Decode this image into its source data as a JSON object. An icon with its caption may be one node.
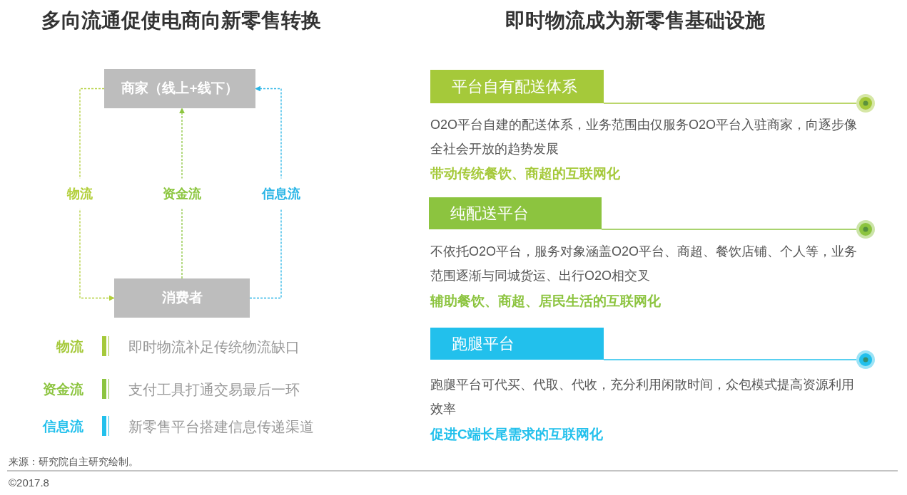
{
  "diagram": {
    "nodes": [
      {
        "text": [
          "商家（线上+线下）"
        ]
      },
      {
        "text": [
          "消费者"
        ]
      },
      {
        "text": [
          "平台自有配送体系"
        ]
      },
      {
        "text": [
          "纯配送平台"
        ]
      },
      {
        "text": [
          "跑腿平台"
        ]
      }
    ],
    "edges": [
      {
        "from": 0,
        "to": 1,
        "arrow": "to",
        "label": "物流",
        "style": "dashed",
        "color": "#b2cf3a"
      },
      {
        "from": 1,
        "to": 0,
        "arrow": "to",
        "label": "资金流",
        "style": "dashed",
        "color": "#8cc63f"
      },
      {
        "from": 1,
        "to": 0,
        "arrow": "to",
        "label": "信息流",
        "style": "dashed",
        "color": "#2ab5e6"
      }
    ],
    "labels": [
      "多向流通促使电商向新零售转换",
      "即时物流成为新零售基础设施",
      "物流",
      "即时物流补足传统物流缺口",
      "资金流",
      "支付工具打通交易最后一环",
      "信息流",
      "新零售平台搭建信息传递渠道",
      "O2O平台自建的配送体系，业务范围由仅服务O2O平台入驻商家，向逐步像全社会开放的趋势发展",
      "带动传统餐饮、商超的互联网化",
      "不依托O2O平台，服务对象涵盖O2O平台、商超、餐饮店铺、个人等，业务范围逐渐与同城货运、出行O2O相交叉",
      "辅助餐饮、商超、居民生活的互联网化",
      "跑腿平台可代买、代取、代收，充分利用闲散时间，众包模式提高资源利用效率",
      "促进C端长尾需求的互联网化",
      "来源：研究院自主研究绘制。",
      "©2017.8"
    ]
  }
}
